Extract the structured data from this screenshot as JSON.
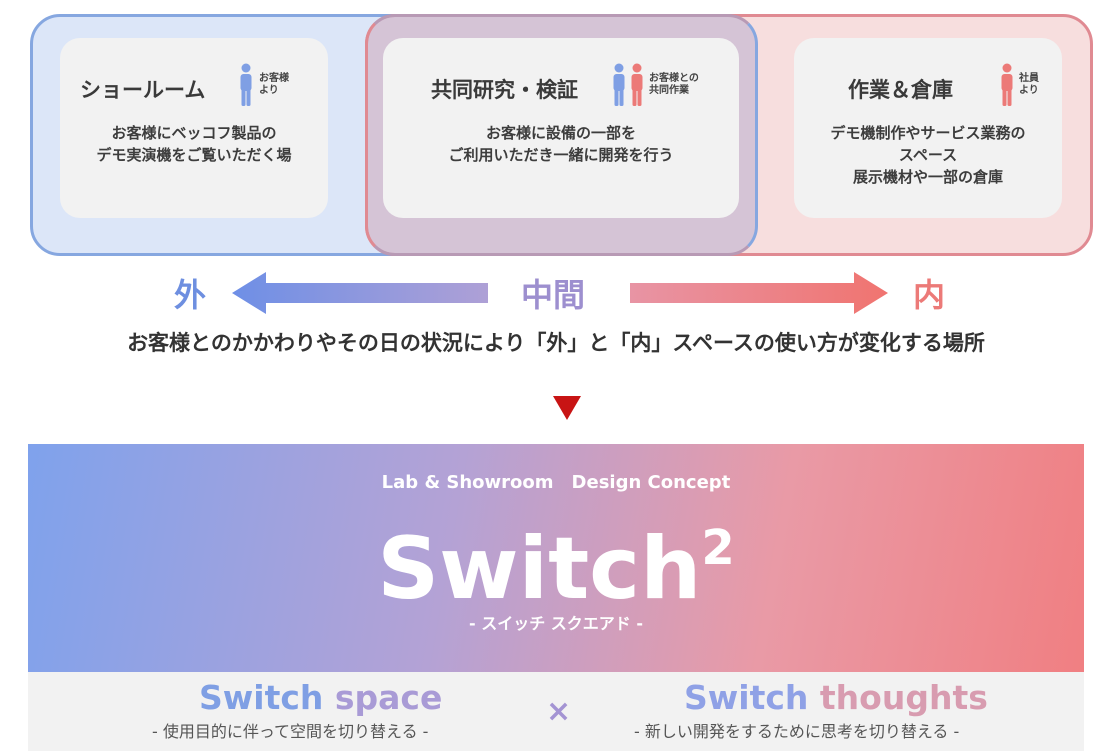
{
  "zones": {
    "showroom": {
      "title": "ショールーム",
      "tag_line1": "お客様",
      "tag_line2": "より",
      "desc_line1": "お客様にベッコフ製品の",
      "desc_line2": "デモ実演機をご覧いただく場"
    },
    "joint": {
      "title": "共同研究・検証",
      "tag_line1": "お客様との",
      "tag_line2": "共同作業",
      "desc_line1": "お客様に設備の一部を",
      "desc_line2": "ご利用いただき一緒に開発を行う"
    },
    "work": {
      "title": "作業＆倉庫",
      "tag_line1": "社員",
      "tag_line2": "より",
      "desc_line1": "デモ機制作やサービス業務の",
      "desc_line2": "スペース",
      "desc_line3": "展示機材や一部の倉庫"
    }
  },
  "arrow": {
    "left_label": "外",
    "middle_label": "中間",
    "right_label": "内"
  },
  "statement": "お客様とのかかわりやその日の状況により「外」と「内」スペースの使い方が変化する場所",
  "concept": {
    "subtitle": "Lab & Showroom　Design Concept",
    "title": "Switch",
    "superscript": "2",
    "reading": "- スイッチ スクエアド -"
  },
  "bottom": {
    "left_title_a": "Switch",
    "left_title_b": " space",
    "left_sub": "- 使用目的に伴って空間を切り替える -",
    "cross": "×",
    "right_title_a": "Switch",
    "right_title_b": " thoughts",
    "right_sub": "- 新しい開発をするために思考を切り替える -"
  },
  "colors": {
    "customer_blue": "#7f9fe4",
    "staff_red": "#ec7a78",
    "middle_purple": "#9d8fcf",
    "down_arrow": "#c81414"
  }
}
